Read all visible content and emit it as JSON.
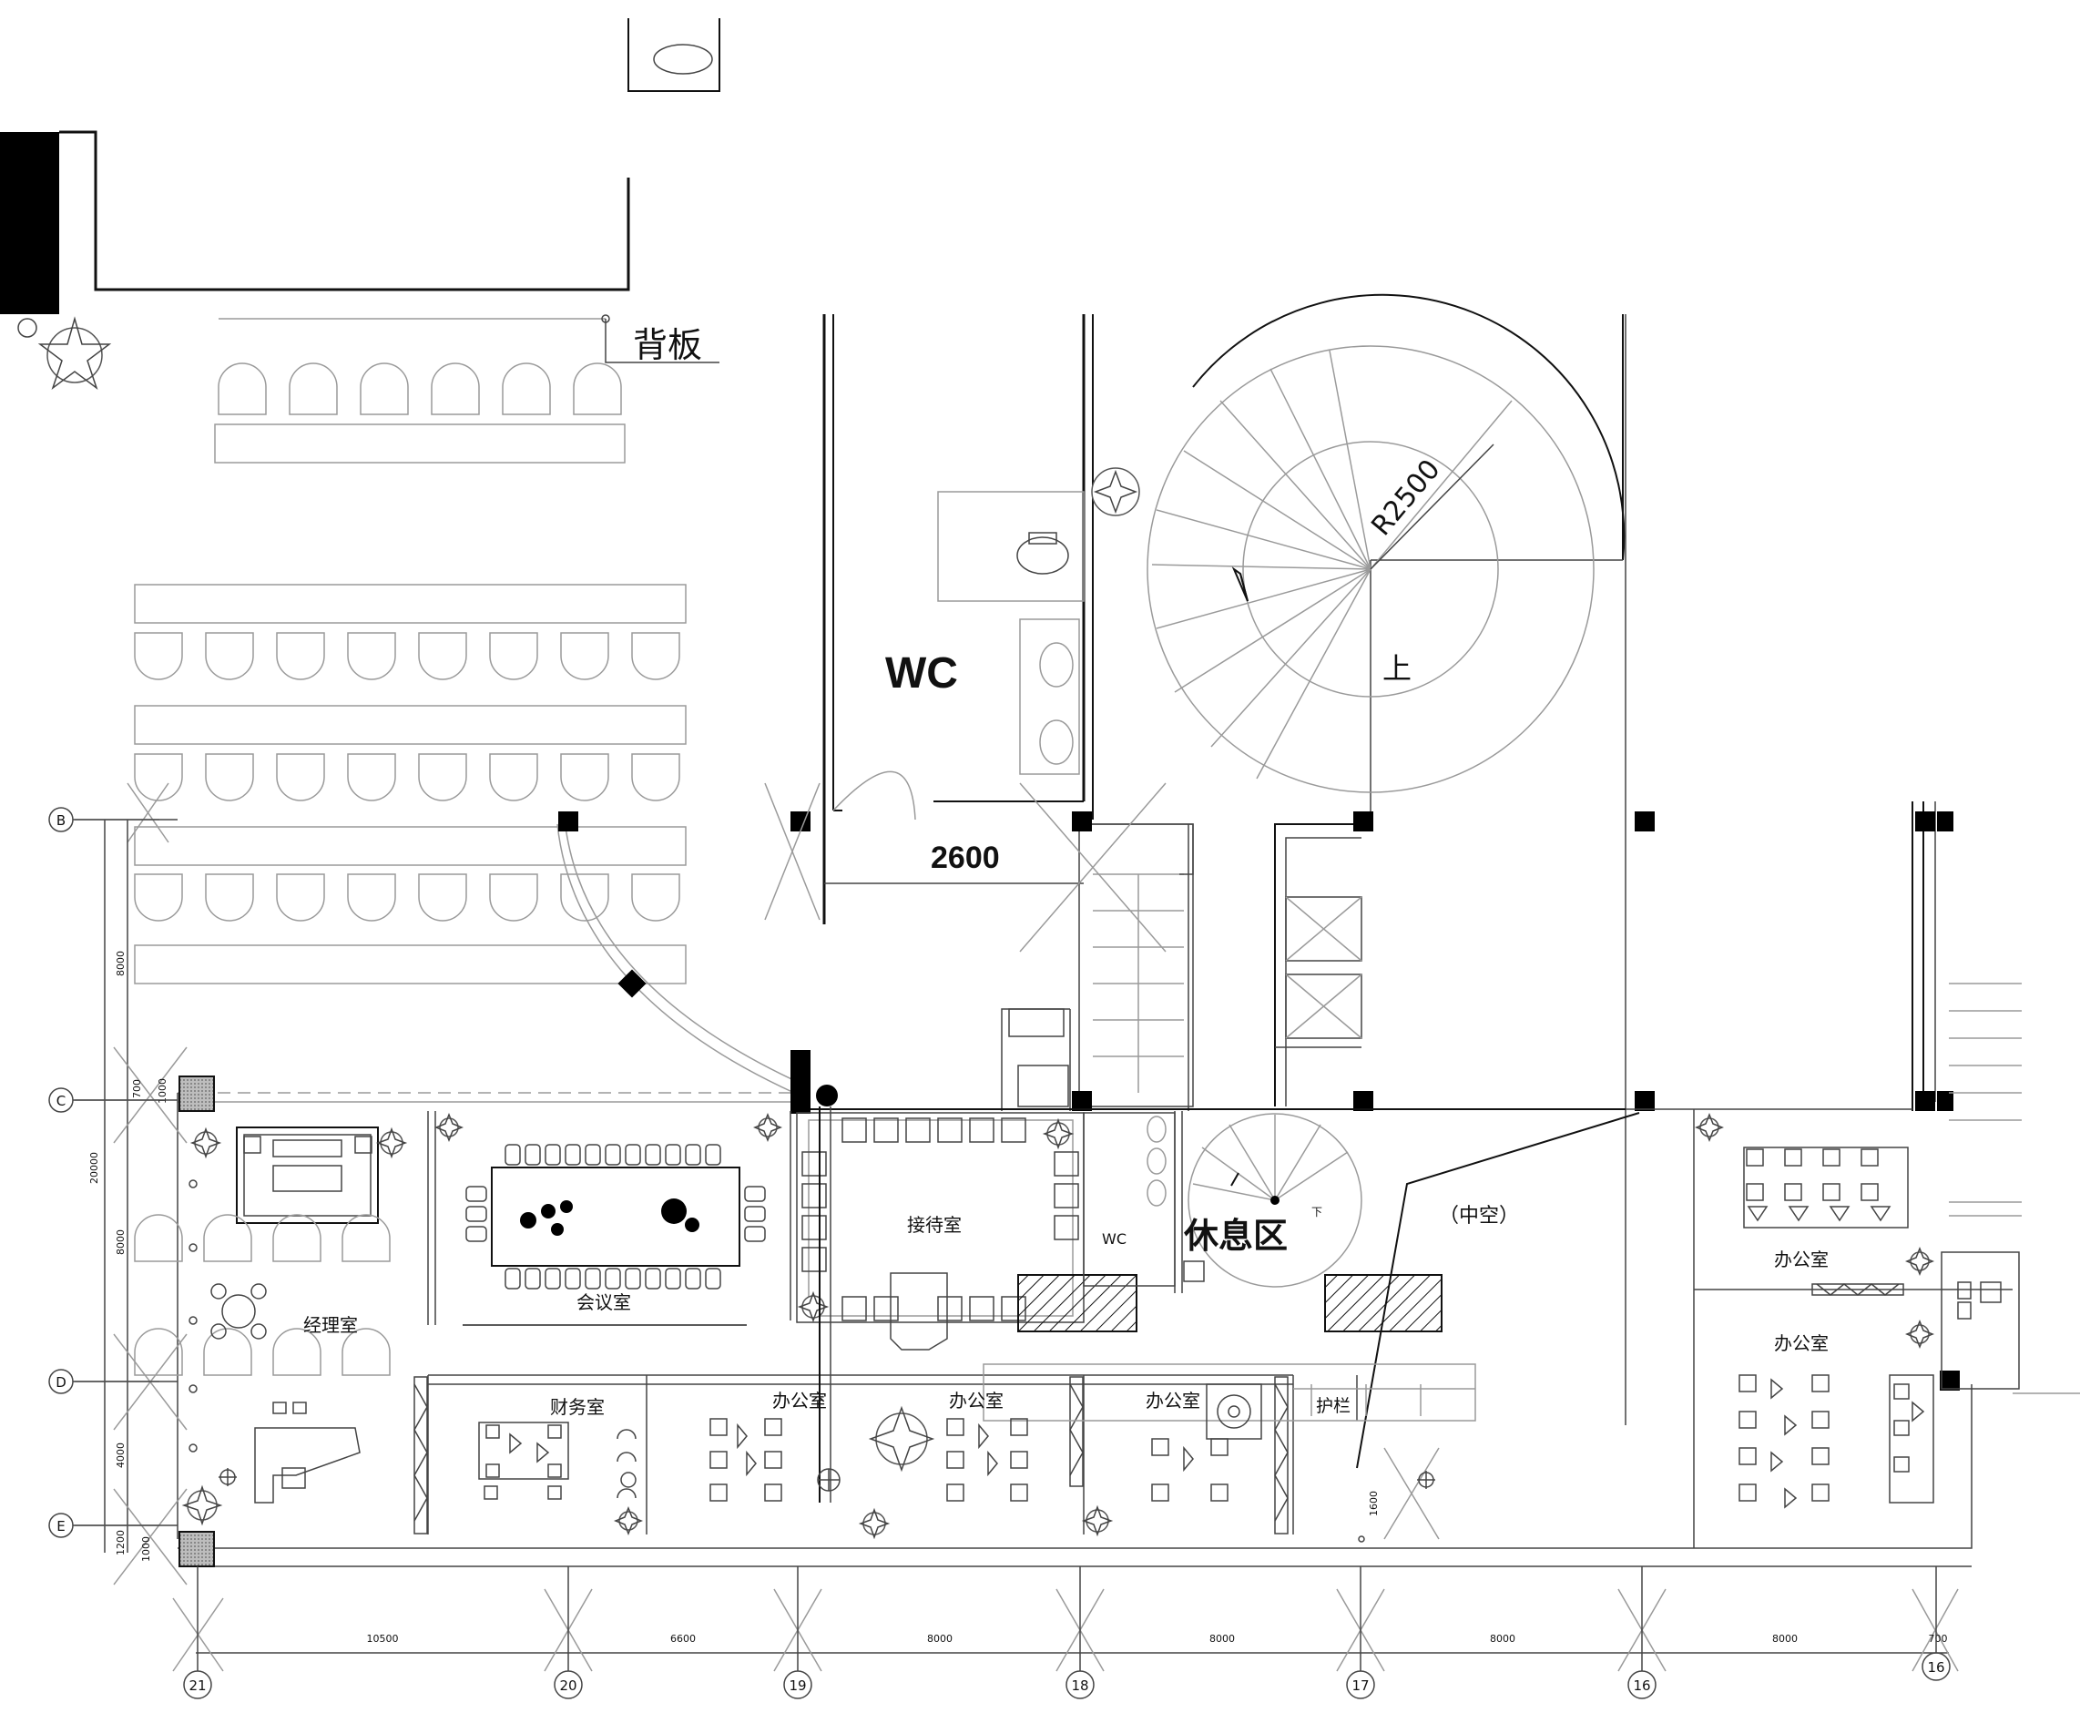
{
  "rooms": {
    "backboard": "背板",
    "wc_large": "WC",
    "up": "上",
    "reception": "接待室",
    "wc_small": "WC",
    "rest_area": "休息区",
    "atrium": "（中空）",
    "office_right_1": "办公室",
    "office_right_2": "办公室",
    "manager": "经理室",
    "meeting": "会议室",
    "finance": "财务室",
    "office_1": "办公室",
    "office_2": "办公室",
    "office_3": "办公室",
    "railing": "护栏",
    "down": "下"
  },
  "dimensions": {
    "radius": "R2500",
    "span_2600": "2600",
    "d_8000_v": "8000",
    "d_20000": "20000",
    "d_8000_v2": "8000",
    "d_4000": "4000",
    "d_700": "700",
    "d_1000": "1000",
    "d_1200": "1200",
    "d_1000b": "1000",
    "d_1600": "1600",
    "h_10500": "10500",
    "h_6600": "6600",
    "h_8000a": "8000",
    "h_8000b": "8000",
    "h_8000c": "8000",
    "h_8000d": "8000",
    "h_700": "700"
  },
  "axes": {
    "rows": [
      "B",
      "C",
      "D",
      "E"
    ],
    "cols": [
      "21",
      "20",
      "19",
      "18",
      "17",
      "16",
      "16"
    ]
  }
}
